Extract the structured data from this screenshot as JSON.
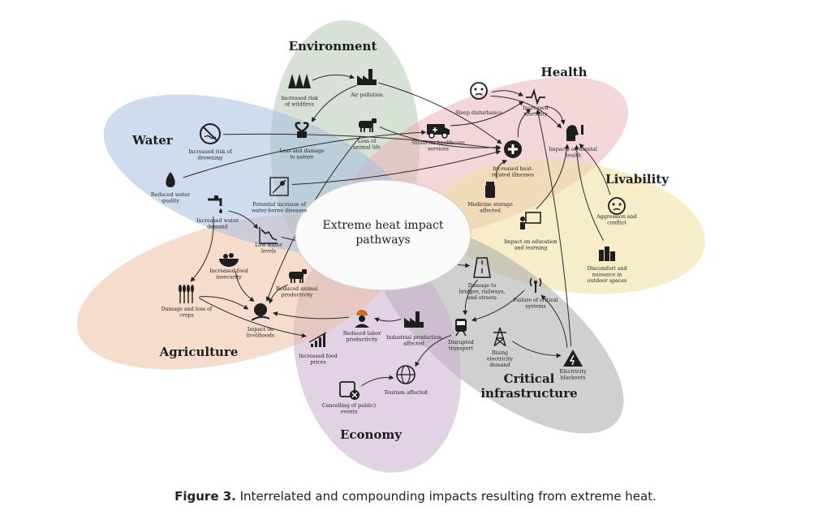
{
  "caption": {
    "figure_label": "Figure 3.",
    "text": " Interrelated and compounding impacts resulting from extreme heat."
  },
  "center": {
    "line1": "Extreme heat impact",
    "line2": "pathways"
  },
  "petals": [
    {
      "id": "environment",
      "label": "Environment",
      "color": "#b7c9b4"
    },
    {
      "id": "health",
      "label": "Health",
      "color": "#e7b4b8"
    },
    {
      "id": "livability",
      "label": "Livability",
      "color": "#f1df9c"
    },
    {
      "id": "critical",
      "label": "Critical infrastructure",
      "lines": [
        "Critical",
        "infrastructure"
      ],
      "color": "#a9a9a9"
    },
    {
      "id": "economy",
      "label": "Economy",
      "color": "#c8afcc"
    },
    {
      "id": "agriculture",
      "label": "Agriculture",
      "color": "#ecc0a4"
    },
    {
      "id": "water",
      "label": "Water",
      "color": "#a7c0e0"
    }
  ],
  "nodes": [
    {
      "id": "wildfires",
      "lines": [
        "Increased risk",
        "of wildfires"
      ],
      "icon": "trees-fire-icon"
    },
    {
      "id": "air",
      "lines": [
        "Air pollution"
      ],
      "icon": "factory-city-icon"
    },
    {
      "id": "nature",
      "lines": [
        "Loss and damage",
        "to nature"
      ],
      "icon": "wilting-plant-icon"
    },
    {
      "id": "animal",
      "lines": [
        "Loss of",
        "animal life"
      ],
      "icon": "cow-icon"
    },
    {
      "id": "sleep",
      "lines": [
        "Sleep disturbance"
      ],
      "icon": "sleepless-face-icon"
    },
    {
      "id": "mortality",
      "lines": [
        "Increased",
        "mortality"
      ],
      "icon": "heartbeat-icon"
    },
    {
      "id": "mental",
      "lines": [
        "Impacts on mental",
        "health"
      ],
      "icon": "head-thermometer-icon"
    },
    {
      "id": "healthcare",
      "lines": [
        "Strain on healthcare",
        "services"
      ],
      "icon": "ambulance-icon"
    },
    {
      "id": "illness",
      "lines": [
        "Increased heat-",
        "related illnesses"
      ],
      "icon": "medical-cross-icon"
    },
    {
      "id": "medicine",
      "lines": [
        "Medicine storage",
        "affected"
      ],
      "icon": "medicine-bottle-icon"
    },
    {
      "id": "education",
      "lines": [
        "Impact on education",
        "and learning"
      ],
      "icon": "classroom-icon"
    },
    {
      "id": "aggression",
      "lines": [
        "Aggression and",
        "conflict"
      ],
      "icon": "angry-face-icon"
    },
    {
      "id": "discomfort",
      "lines": [
        "Discomfort and",
        "nuisance in",
        "outdoor spaces"
      ],
      "icon": "hot-city-icon"
    },
    {
      "id": "bridges",
      "lines": [
        "Damage to",
        "bridges, railways,",
        "and streets"
      ],
      "icon": "road-icon"
    },
    {
      "id": "critical_fail",
      "lines": [
        "Failure of critical",
        "systems"
      ],
      "icon": "antenna-icon"
    },
    {
      "id": "transport",
      "lines": [
        "Disrupted",
        "transport"
      ],
      "icon": "train-icon"
    },
    {
      "id": "electricity",
      "lines": [
        "Rising",
        "electricity",
        "demand"
      ],
      "icon": "power-tower-icon"
    },
    {
      "id": "blackouts",
      "lines": [
        "Electricity",
        "blackouts"
      ],
      "icon": "warning-bolt-icon"
    },
    {
      "id": "industrial",
      "lines": [
        "Industrial production",
        "affected"
      ],
      "icon": "factory-icon"
    },
    {
      "id": "labor",
      "lines": [
        "Reduced labor",
        "productivity"
      ],
      "icon": "worker-icon"
    },
    {
      "id": "food_prices",
      "lines": [
        "Increased food",
        "prices"
      ],
      "icon": "rising-chart-icon"
    },
    {
      "id": "events",
      "lines": [
        "Cancelling of public)",
        "events"
      ],
      "icon": "calendar-cancel-icon"
    },
    {
      "id": "tourism",
      "lines": [
        "Tourism affected"
      ],
      "icon": "globe-icon"
    },
    {
      "id": "livelihoods",
      "lines": [
        "Impact on",
        "livelihoods"
      ],
      "icon": "money-hand-icon"
    },
    {
      "id": "animal_prod",
      "lines": [
        "Reduced animal",
        "productivity"
      ],
      "icon": "barn-icon"
    },
    {
      "id": "crops",
      "lines": [
        "Damage and loss of",
        "crops"
      ],
      "icon": "wheat-icon"
    },
    {
      "id": "food_insecurity",
      "lines": [
        "Increased food",
        "insecurity"
      ],
      "icon": "food-bowl-icon"
    },
    {
      "id": "drowning",
      "lines": [
        "Increased risk of",
        "drowning"
      ],
      "icon": "no-swimming-icon"
    },
    {
      "id": "water_quality",
      "lines": [
        "Reduced water",
        "quality"
      ],
      "icon": "water-drop-icon"
    },
    {
      "id": "waterborne",
      "lines": [
        "Potential increase of",
        "water-borne diseases"
      ],
      "icon": "bacteria-icon"
    },
    {
      "id": "water_demand",
      "lines": [
        "Increased water",
        "demand"
      ],
      "icon": "tap-icon"
    },
    {
      "id": "low_water",
      "lines": [
        "Low water",
        "levels"
      ],
      "icon": "declining-chart-icon"
    }
  ]
}
